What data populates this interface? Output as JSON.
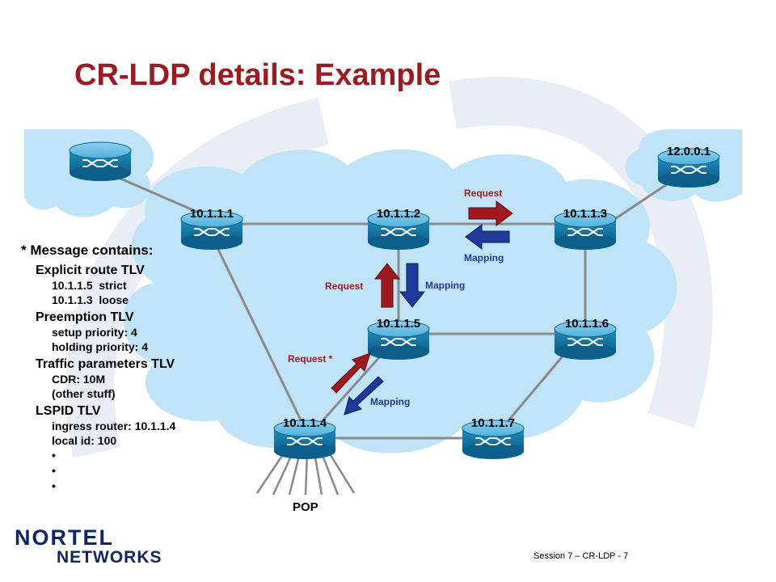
{
  "title": "CR-LDP details: Example",
  "routers": {
    "ext_left": "",
    "ext_right": "12.0.0.1",
    "r1": "10.1.1.1",
    "r2": "10.1.1.2",
    "r3": "10.1.1.3",
    "r4": "10.1.1.4",
    "r5": "10.1.1.5",
    "r6": "10.1.1.6",
    "r7": "10.1.1.7"
  },
  "arrows": {
    "request_top": "Request",
    "mapping_top": "Mapping",
    "request_mid": "Request",
    "mapping_mid": "Mapping",
    "request_low": "Request *",
    "mapping_low": "Mapping"
  },
  "pop_label": "POP",
  "message": {
    "header": "* Message contains:",
    "sections": [
      {
        "title": "Explicit route TLV",
        "items": [
          "10.1.1.5  strict",
          "10.1.1.3  loose"
        ]
      },
      {
        "title": "Preemption TLV",
        "items": [
          "setup priority: 4",
          "holding priority: 4"
        ]
      },
      {
        "title": "Traffic parameters TLV",
        "items": [
          "CDR: 10M",
          "(other stuff)"
        ]
      },
      {
        "title": "LSPID TLV",
        "items": [
          "ingress router: 10.1.1.4",
          "local id: 100"
        ]
      }
    ],
    "bullets": [
      "•",
      "•",
      "•"
    ]
  },
  "footer": "Session 7 – CR-LDP - 7",
  "logo": {
    "line1": "NORTEL",
    "line2": "NETWORKS"
  },
  "colors": {
    "title": "#a0191e",
    "cloud": "#bfe3f7",
    "request": "#a0191e",
    "mapping": "#1f3a9c",
    "router": "#1a8ab8",
    "logo": "#10246b"
  }
}
